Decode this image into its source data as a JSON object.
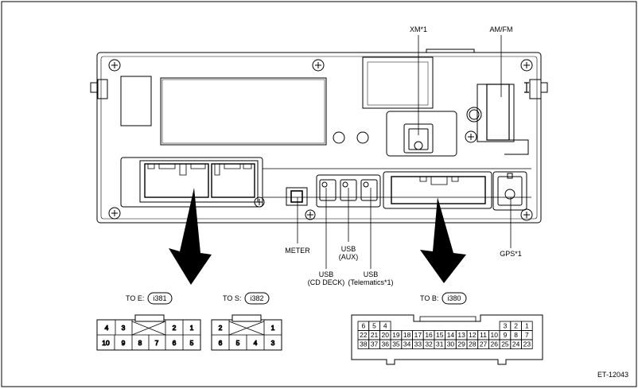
{
  "labels": {
    "xm": "XM*1",
    "amfm": "AM/FM",
    "meter": "METER",
    "usb_cd_1": "USB",
    "usb_cd_2": "(CD DECK)",
    "usb_aux_1": "USB",
    "usb_aux_2": "(AUX)",
    "usb_tel_1": "USB",
    "usb_tel_2": "(Telematics*1)",
    "gps": "GPS*1",
    "figure_id": "ET-12043"
  },
  "connectors": {
    "i381": {
      "prefix": "TO E:",
      "code": "i381",
      "top": [
        "4",
        "3",
        "",
        "2",
        "1"
      ],
      "bottom": [
        "10",
        "9",
        "8",
        "7",
        "6",
        "5"
      ]
    },
    "i382": {
      "prefix": "TO S:",
      "code": "i382",
      "top": [
        "2",
        "",
        "1"
      ],
      "bottom": [
        "6",
        "5",
        "4",
        "3"
      ]
    },
    "i380": {
      "prefix": "TO B:",
      "code": "i380",
      "row1_left": [
        "6",
        "5",
        "4"
      ],
      "row1_right": [
        "3",
        "2",
        "1"
      ],
      "row2": [
        "22",
        "21",
        "20",
        "19",
        "18",
        "17",
        "16",
        "15",
        "14",
        "13",
        "12",
        "11",
        "10",
        "9",
        "8",
        "7"
      ],
      "row3": [
        "38",
        "37",
        "36",
        "35",
        "34",
        "33",
        "32",
        "31",
        "30",
        "29",
        "28",
        "27",
        "26",
        "25",
        "24",
        "23"
      ]
    }
  }
}
